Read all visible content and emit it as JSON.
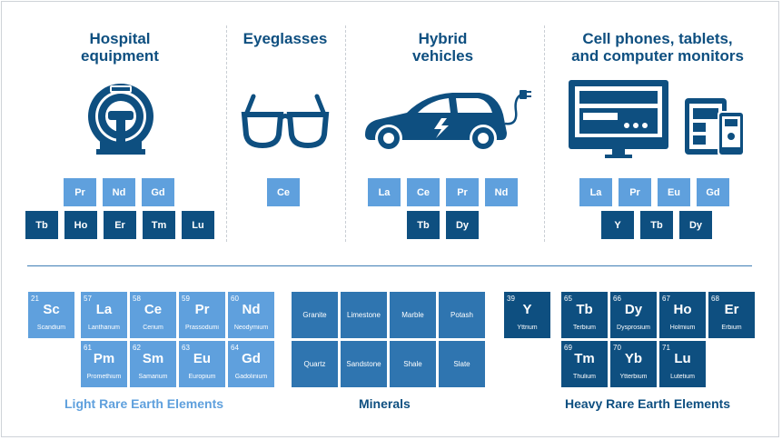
{
  "colors": {
    "dark": "#0e4f80",
    "light": "#5fa0dd",
    "mineral": "#2f75b0",
    "divider": "#3f7fb5"
  },
  "sections": [
    {
      "title": "Hospital\nequipment",
      "icon": "mri-scanner-icon",
      "elements": [
        "Pr",
        "Nd",
        "Gd",
        "Tb",
        "Ho",
        "Er",
        "Tm",
        "Lu"
      ]
    },
    {
      "title": "Eyeglasses",
      "icon": "eyeglasses-icon",
      "elements": [
        "Ce"
      ]
    },
    {
      "title": "Hybrid\nvehicles",
      "icon": "electric-car-icon",
      "elements": [
        "La",
        "Ce",
        "Pr",
        "Nd",
        "Tb",
        "Dy"
      ]
    },
    {
      "title": "Cell phones, tablets,\nand computer monitors",
      "icon": "devices-icon",
      "elements": [
        "La",
        "Pr",
        "Eu",
        "Gd",
        "Y",
        "Tb",
        "Dy"
      ]
    }
  ],
  "light_rare_earth": {
    "caption": "Light Rare Earth Elements",
    "cells": [
      {
        "num": "21",
        "sym": "Sc",
        "name": "Scandium"
      },
      {
        "num": "57",
        "sym": "La",
        "name": "Lanthanum"
      },
      {
        "num": "58",
        "sym": "Ce",
        "name": "Cerium"
      },
      {
        "num": "59",
        "sym": "Pr",
        "name": "Prassodumi"
      },
      {
        "num": "60",
        "sym": "Nd",
        "name": "Neodymium"
      },
      {
        "num": "61",
        "sym": "Pm",
        "name": "Promethium"
      },
      {
        "num": "62",
        "sym": "Sm",
        "name": "Samarium"
      },
      {
        "num": "63",
        "sym": "Eu",
        "name": "Europium"
      },
      {
        "num": "64",
        "sym": "Gd",
        "name": "Gadolinium"
      }
    ]
  },
  "minerals": {
    "caption": "Minerals",
    "items": [
      "Granite",
      "Limestone",
      "Marble",
      "Potash",
      "Quartz",
      "Sandstone",
      "Shale",
      "Slate"
    ]
  },
  "heavy_rare_earth": {
    "caption": "Heavy Rare Earth Elements",
    "cells": [
      {
        "num": "39",
        "sym": "Y",
        "name": "Yttrium"
      },
      {
        "num": "65",
        "sym": "Tb",
        "name": "Terbium"
      },
      {
        "num": "66",
        "sym": "Dy",
        "name": "Dysprosium"
      },
      {
        "num": "67",
        "sym": "Ho",
        "name": "Holmium"
      },
      {
        "num": "68",
        "sym": "Er",
        "name": "Erbium"
      },
      {
        "num": "69",
        "sym": "Tm",
        "name": "Thulium"
      },
      {
        "num": "70",
        "sym": "Yb",
        "name": "Ytterbium"
      },
      {
        "num": "71",
        "sym": "Lu",
        "name": "Lutetium"
      }
    ]
  }
}
